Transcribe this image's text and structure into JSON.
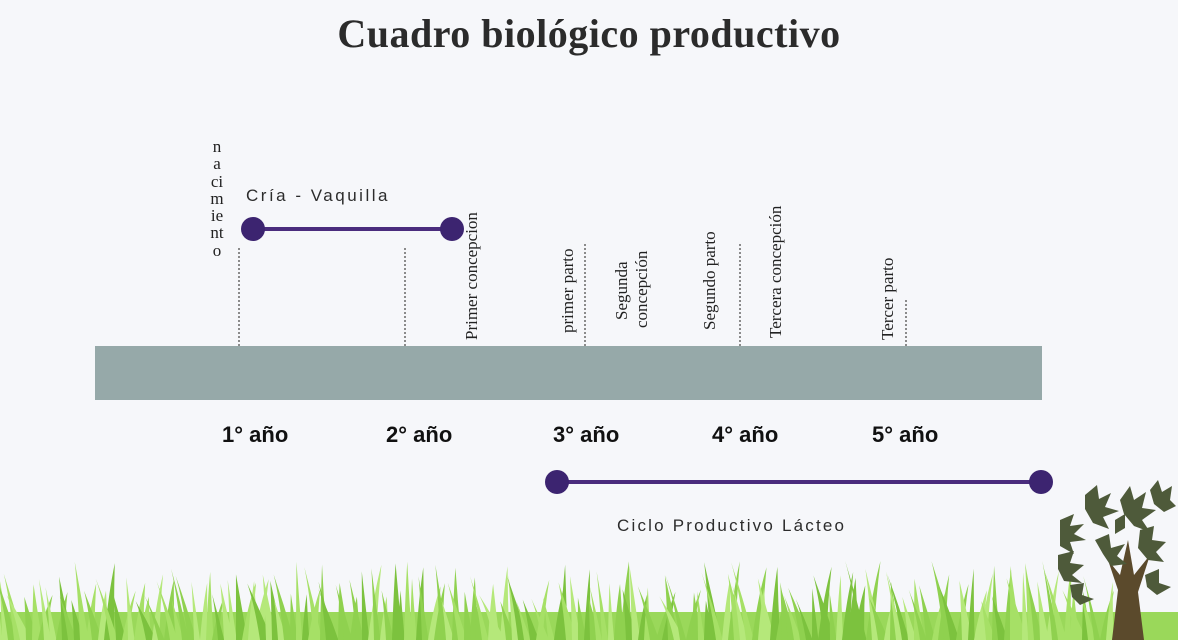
{
  "title": "Cuadro biológico productivo",
  "years": [
    "1° año",
    "2° año",
    "3° año",
    "4° año",
    "5° año"
  ],
  "events": {
    "nacimiento": "nacimiento",
    "primer_concepcion": "Primer concepcion",
    "primer_parto": "primer parto",
    "segunda_concepcion_1": "Segunda",
    "segunda_concepcion_2": "concepción",
    "segundo_parto": "Segundo parto",
    "tercera_concepcion": "Tercera concepción",
    "tercer_parto": "Tercer parto"
  },
  "ranges": {
    "cria_vaquilla": "Cría - Vaquilla",
    "ciclo_productivo": "Ciclo Productivo Lácteo"
  },
  "colors": {
    "background": "#f6f7fa",
    "timeline_bar": "#96a9a9",
    "range_line": "#4a2c7d",
    "grass": "#8fd14f",
    "tree_leaves": "#4e5a3a",
    "tree_trunk": "#5b4a2c"
  },
  "decorations": [
    "grass-decoration",
    "tree-icon"
  ]
}
